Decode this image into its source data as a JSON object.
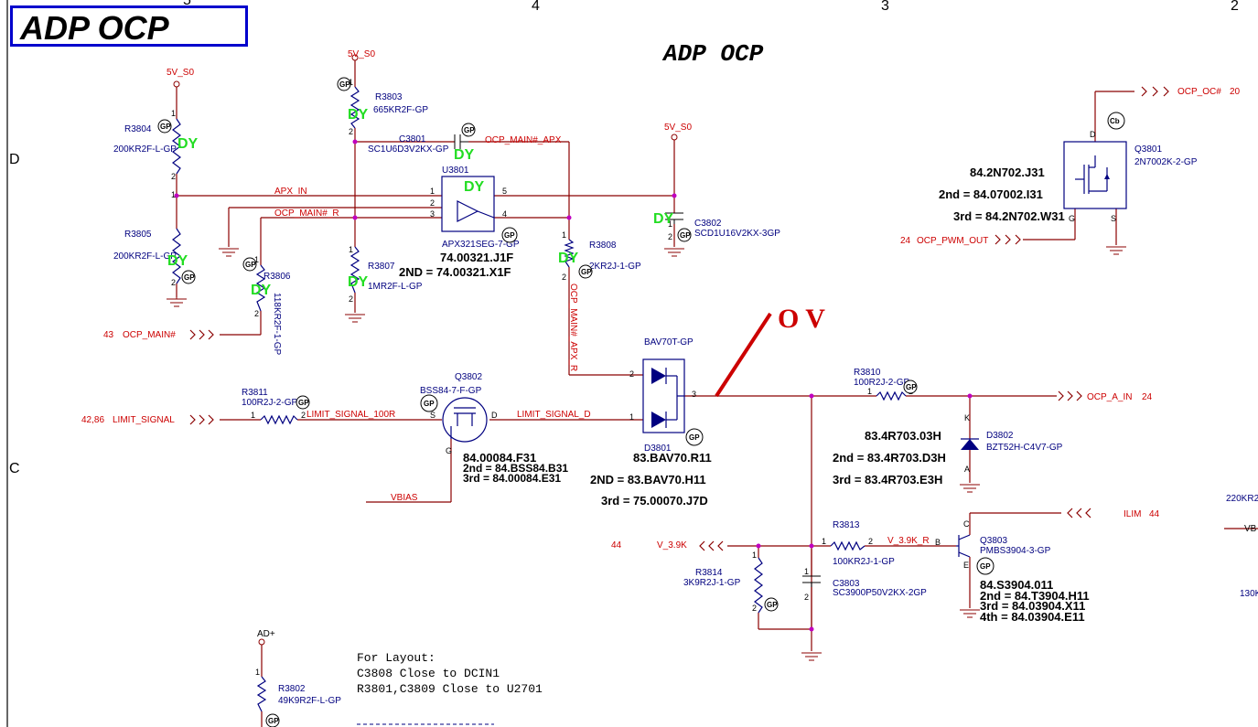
{
  "title_box": "ADP OCP",
  "sheet_title": "ADP OCP",
  "grid": {
    "cols": [
      "5",
      "4",
      "3",
      "2"
    ],
    "rows": [
      "D",
      "C"
    ]
  },
  "rails": {
    "r3804": "5V_S0",
    "r3803": "5V_S0",
    "c3802": "5V_S0",
    "r3802": "AD+"
  },
  "nets": {
    "apx_in": "APX_IN",
    "ocp_main_r": "OCP_MAIN#_R",
    "ocp_main_apx": "OCP_MAIN#_APX",
    "ocp_main_apx_r": "OCP_MAIN#_APX_R",
    "limit_100r": "LIMIT_SIGNAL_100R",
    "limit_d": "LIMIT_SIGNAL_D",
    "vbias": "VBIAS",
    "v39k_r": "V_3.9K_R"
  },
  "offpage": {
    "ocp_main": {
      "page": "43",
      "name": "OCP_MAIN#"
    },
    "limit": {
      "page": "42,86",
      "name": "LIMIT_SIGNAL"
    },
    "ocp_oc": {
      "name": "OCP_OC#",
      "page": "20"
    },
    "ocp_pwm": {
      "page": "24",
      "name": "OCP_PWM_OUT"
    },
    "ocp_a_in": {
      "name": "OCP_A_IN",
      "page": "24"
    },
    "ilim": {
      "name": "ILIM",
      "page": "44"
    },
    "v39k": {
      "page": "44",
      "name": "V_3.9K"
    }
  },
  "components": {
    "r3804": {
      "ref": "R3804",
      "value": "200KR2F-L-GP"
    },
    "r3805": {
      "ref": "R3805",
      "value": "200KR2F-L-GP"
    },
    "r3803": {
      "ref": "R3803",
      "value": "665KR2F-GP"
    },
    "r3807": {
      "ref": "R3807",
      "value": "1MR2F-L-GP"
    },
    "r3806": {
      "ref": "R3806",
      "value": "118KR2F-1-GP"
    },
    "c3801": {
      "ref": "C3801",
      "value": "SC1U6D3V2KX-GP"
    },
    "u3801": {
      "ref": "U3801",
      "value": "APX321SEG-7-GP"
    },
    "c3802": {
      "ref": "C3802",
      "value": "SCD1U16V2KX-3GP"
    },
    "r3808": {
      "ref": "R3808",
      "value": "2KR2J-1-GP"
    },
    "q3801": {
      "ref": "Q3801",
      "value": "2N7002K-2-GP"
    },
    "r3811": {
      "ref": "R3811",
      "value": "100R2J-2-GP"
    },
    "q3802": {
      "ref": "Q3802",
      "value": "BSS84-7-F-GP"
    },
    "d3801": {
      "ref": "D3801",
      "value": "BAV70T-GP"
    },
    "r3810": {
      "ref": "R3810",
      "value": "100R2J-2-GP"
    },
    "d3802": {
      "ref": "D3802",
      "value": "BZT52H-C4V7-GP"
    },
    "r3813": {
      "ref": "R3813",
      "value": "100KR2J-1-GP"
    },
    "r3814": {
      "ref": "R3814",
      "value": "3K9R2J-1-GP"
    },
    "c3803": {
      "ref": "C3803",
      "value": "SC3900P50V2KX-2GP"
    },
    "q3803": {
      "ref": "Q3803",
      "value": "PMBS3904-3-GP"
    },
    "r3802": {
      "ref": "R3802",
      "value": "49K9R2F-L-GP"
    }
  },
  "part_numbers": {
    "u3801": [
      "74.00321.J1F",
      "2ND = 74.00321.X1F"
    ],
    "q3801": [
      "84.2N702.J31",
      "2nd = 84.07002.I31",
      "3rd = 84.2N702.W31"
    ],
    "q3802": [
      "84.00084.F31",
      "2nd = 84.BSS84.B31",
      "3rd = 84.00084.E31"
    ],
    "d3801": [
      "83.BAV70.R11",
      "2ND = 83.BAV70.H11",
      "3rd = 75.00070.J7D"
    ],
    "d3802": [
      "83.4R703.03H",
      "2nd = 83.4R703.D3H",
      "3rd = 83.4R703.E3H"
    ],
    "q3803": [
      "84.S3904.011",
      "2nd = 84.T3904.H11",
      "3rd = 84.03904.X11",
      "4th = 84.03904.E11"
    ]
  },
  "dy_mark": "DY",
  "annotation": "O V",
  "annotation_color": "#cc0000",
  "badges": {
    "gp": "GP",
    "cb": "Cb"
  },
  "pins": {
    "one": "1",
    "two": "2",
    "three": "3",
    "four": "4",
    "five": "5",
    "g": "G",
    "s": "S",
    "d": "D",
    "b": "B",
    "c": "C",
    "e": "E",
    "k": "K",
    "a": "A"
  },
  "layout_note": [
    "For Layout:",
    "C3808 Close to DCIN1",
    "R3801,C3809 Close to U2701"
  ],
  "cutoff": {
    "r_top": "220KR2",
    "vb": "VB",
    "r_low": "130K"
  },
  "colors": {
    "wire": "#8b0000",
    "symbol": "#000080",
    "net": "#cc0000",
    "dy": "#22dd22"
  }
}
